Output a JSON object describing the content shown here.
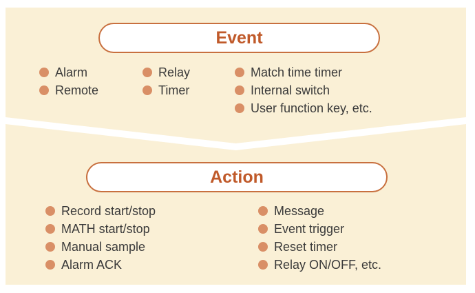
{
  "colors": {
    "page_background": "#FFFFFF",
    "panel_background": "#FAF0D6",
    "box_background": "#FFFFFF",
    "box_border": "#C8703F",
    "title_text": "#C05A2A",
    "bullet": "#D98F66",
    "item_text": "#3A3A3A"
  },
  "event": {
    "title": "Event",
    "columns": [
      {
        "items": [
          "Alarm",
          "Remote"
        ]
      },
      {
        "items": [
          "Relay",
          "Timer"
        ]
      },
      {
        "items": [
          "Match time timer",
          "Internal switch",
          "User function key, etc."
        ]
      }
    ]
  },
  "action": {
    "title": "Action",
    "columns": [
      {
        "items": [
          "Record start/stop",
          "MATH start/stop",
          "Manual sample",
          "Alarm ACK"
        ]
      },
      {
        "items": [
          "Message",
          "Event trigger",
          "Reset timer",
          "Relay ON/OFF, etc."
        ]
      }
    ]
  }
}
